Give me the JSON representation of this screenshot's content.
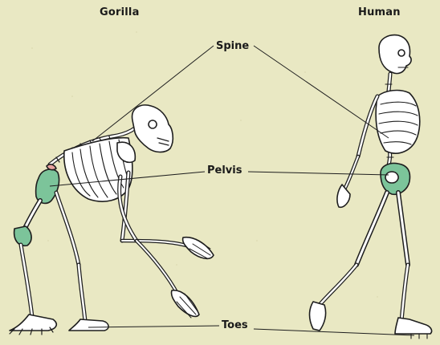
{
  "titles": {
    "gorilla": "Gorilla",
    "human": "Human"
  },
  "labels": {
    "spine": "Spine",
    "pelvis": "Pelvis",
    "toes": "Toes"
  },
  "colors": {
    "background": "#e9e8c3",
    "bone": "#ffffff",
    "outline": "#1e1e1e",
    "pelvis_highlight": "#7cc49a",
    "sacrum_highlight": "#e8a3a0"
  }
}
